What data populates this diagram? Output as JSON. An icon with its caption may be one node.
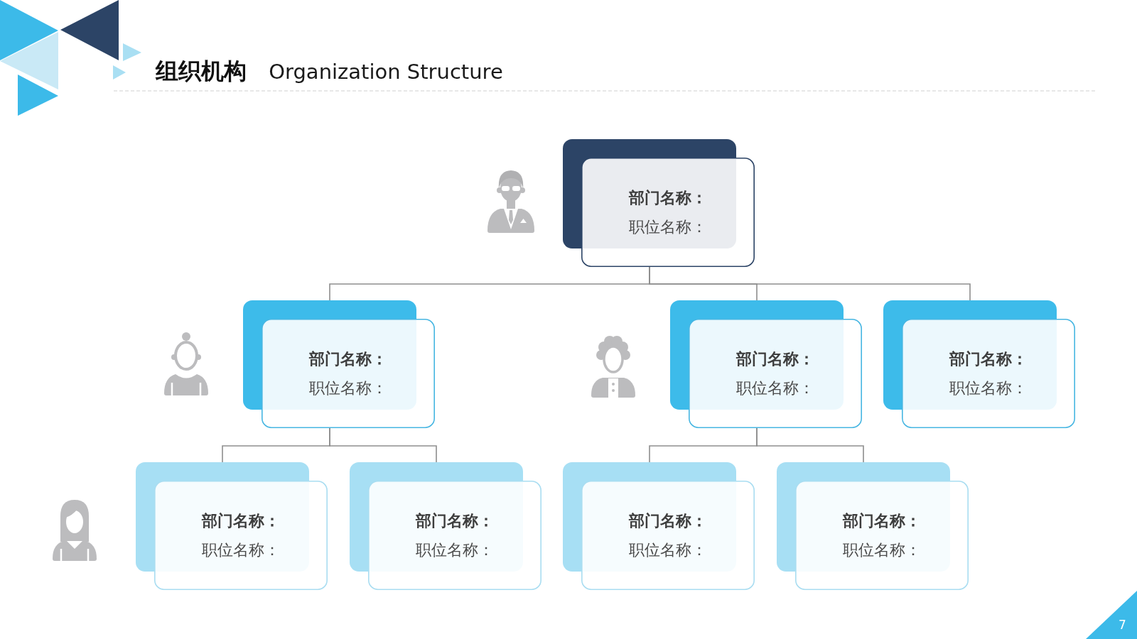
{
  "diagram": {
    "title": "**组织机构** Organization Structure",
    "nodes": [
      {
        "text": [
          "部门名称：",
          "职位名称："
        ]
      },
      {
        "text": [
          "部门名称：",
          "职位名称："
        ]
      },
      {
        "text": [
          "部门名称：",
          "职位名称："
        ]
      },
      {
        "text": [
          "部门名称：",
          "职位名称："
        ]
      },
      {
        "text": [
          "部门名称：",
          "职位名称："
        ]
      },
      {
        "text": [
          "部门名称：",
          "职位名称："
        ]
      },
      {
        "text": [
          "部门名称：",
          "职位名称："
        ]
      },
      {
        "text": [
          "部门名称：",
          "职位名称："
        ]
      }
    ],
    "edges": [
      {
        "from": 0,
        "to": 1,
        "arrow": "none"
      },
      {
        "from": 0,
        "to": 2,
        "arrow": "none"
      },
      {
        "from": 0,
        "to": 3,
        "arrow": "none"
      },
      {
        "from": 1,
        "to": 4,
        "arrow": "none"
      },
      {
        "from": 1,
        "to": 5,
        "arrow": "none"
      },
      {
        "from": 2,
        "to": 6,
        "arrow": "none"
      },
      {
        "from": 2,
        "to": 7,
        "arrow": "none"
      }
    ],
    "labels": [
      "7"
    ]
  }
}
